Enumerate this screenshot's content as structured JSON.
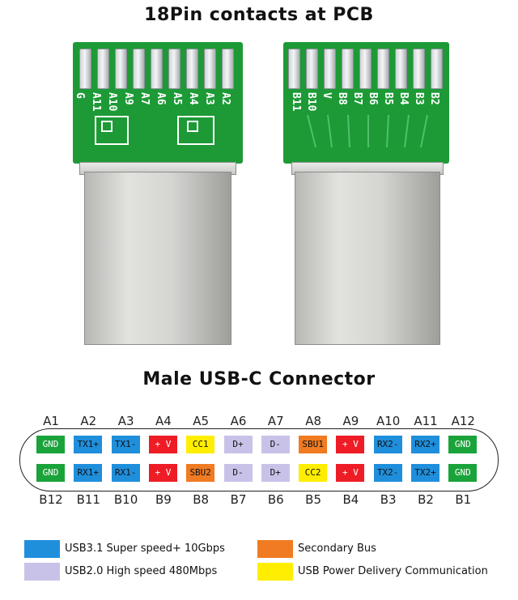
{
  "top_title": "18Pin contacts at PCB",
  "mid_title": "Male USB-C Connector",
  "pcb_left_labels": [
    "A2",
    "A3",
    "A4",
    "A5",
    "A6",
    "A7",
    "A9",
    "A10",
    "A11",
    "G"
  ],
  "pcb_right_labels": [
    "B2",
    "B3",
    "B4",
    "B5",
    "B6",
    "B7",
    "B8",
    "V",
    "B10",
    "B11"
  ],
  "colors": {
    "usb31": "#1f8fdc",
    "usb20": "#c9c2e8",
    "sbu": "#f07b22",
    "pd": "#ffee00",
    "vbus": "#ee1c25",
    "gnd": "#1aa33a"
  },
  "pinout": {
    "top_labels": [
      "A1",
      "A2",
      "A3",
      "A4",
      "A5",
      "A6",
      "A7",
      "A8",
      "A9",
      "A10",
      "A11",
      "A12"
    ],
    "bottom_labels": [
      "B12",
      "B11",
      "B10",
      "B9",
      "B8",
      "B7",
      "B6",
      "B5",
      "B4",
      "B3",
      "B2",
      "B1"
    ],
    "top_row": [
      {
        "text": "GND",
        "color": "gnd"
      },
      {
        "text": "TX1+",
        "color": "usb31"
      },
      {
        "text": "TX1-",
        "color": "usb31"
      },
      {
        "text": "+ V",
        "color": "vbus"
      },
      {
        "text": "CC1",
        "color": "pd"
      },
      {
        "text": "D+",
        "color": "usb20"
      },
      {
        "text": "D-",
        "color": "usb20"
      },
      {
        "text": "SBU1",
        "color": "sbu"
      },
      {
        "text": "+ V",
        "color": "vbus"
      },
      {
        "text": "RX2-",
        "color": "usb31"
      },
      {
        "text": "RX2+",
        "color": "usb31"
      },
      {
        "text": "GND",
        "color": "gnd"
      }
    ],
    "bottom_row": [
      {
        "text": "GND",
        "color": "gnd"
      },
      {
        "text": "RX1+",
        "color": "usb31"
      },
      {
        "text": "RX1-",
        "color": "usb31"
      },
      {
        "text": "+ V",
        "color": "vbus"
      },
      {
        "text": "SBU2",
        "color": "sbu"
      },
      {
        "text": "D-",
        "color": "usb20"
      },
      {
        "text": "D+",
        "color": "usb20"
      },
      {
        "text": "CC2",
        "color": "pd"
      },
      {
        "text": "+ V",
        "color": "vbus"
      },
      {
        "text": "TX2-",
        "color": "usb31"
      },
      {
        "text": "TX2+",
        "color": "usb31"
      },
      {
        "text": "GND",
        "color": "gnd"
      }
    ]
  },
  "legend": [
    {
      "text": "USB3.1 Super speed+ 10Gbps",
      "color": "usb31"
    },
    {
      "text": "Secondary Bus",
      "color": "sbu"
    },
    {
      "text": "USB2.0 High speed 480Mbps",
      "color": "usb20"
    },
    {
      "text": "USB Power Delivery Communication",
      "color": "pd"
    }
  ]
}
